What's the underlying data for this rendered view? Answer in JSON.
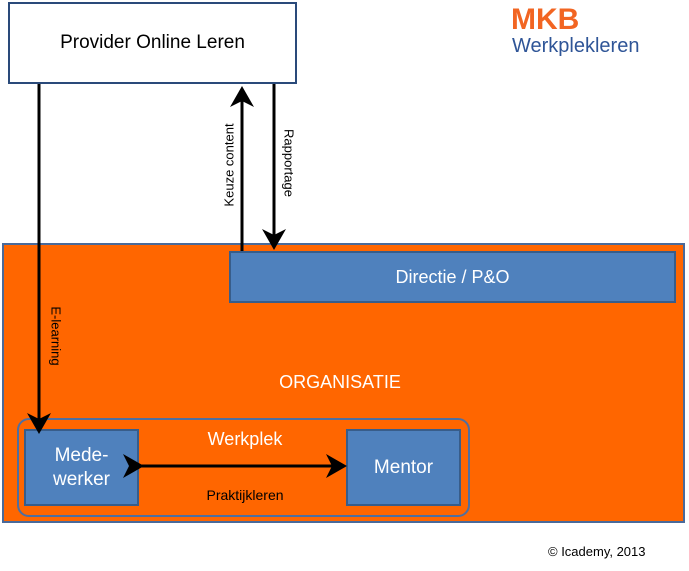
{
  "provider": {
    "label": "Provider Online Leren"
  },
  "logo": {
    "main": "MKB",
    "sub": "Werkplekleren"
  },
  "arrows": {
    "keuze_content": "Keuze content",
    "rapportage": "Rapportage",
    "elearning": "E-learning"
  },
  "organisation": {
    "label": "ORGANISATIE"
  },
  "directie": {
    "label": "Directie / P&O"
  },
  "werkplek": {
    "label": "Werkplek",
    "connector_label": "Praktijkleren"
  },
  "medewerker": {
    "line1": "Mede-",
    "line2": "werker"
  },
  "mentor": {
    "label": "Mentor"
  },
  "copyright": "© Icademy, 2013",
  "colors": {
    "orange": "#ff6600",
    "blue": "#4f81bd",
    "navy": "#2f5597"
  }
}
